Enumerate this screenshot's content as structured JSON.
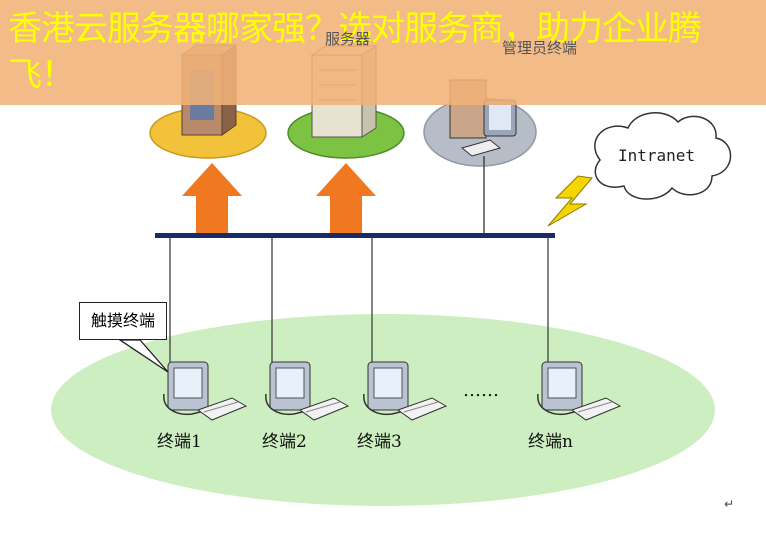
{
  "banner": {
    "headline": "香港云服务器哪家强？选对服务商，助力企业腾飞！"
  },
  "diagram": {
    "top_labels": {
      "server_label_partial": "服务器",
      "admin_terminal": "管理员终端"
    },
    "cloud_label": "Intranet",
    "touch_terminal_label": "触摸终端",
    "terminals": [
      "终端1",
      "终端2",
      "终端3",
      "终端n"
    ],
    "ellipsis": "……",
    "corner_mark": "↵",
    "colors": {
      "arrow": "#f07820",
      "bus": "#1a2a66",
      "ellipse_fill": "#cdeec0",
      "disc_gold": "#f2c33a",
      "disc_green": "#7cc243",
      "disc_grey": "#b6bdc7",
      "lightning": "#f5d400"
    }
  }
}
